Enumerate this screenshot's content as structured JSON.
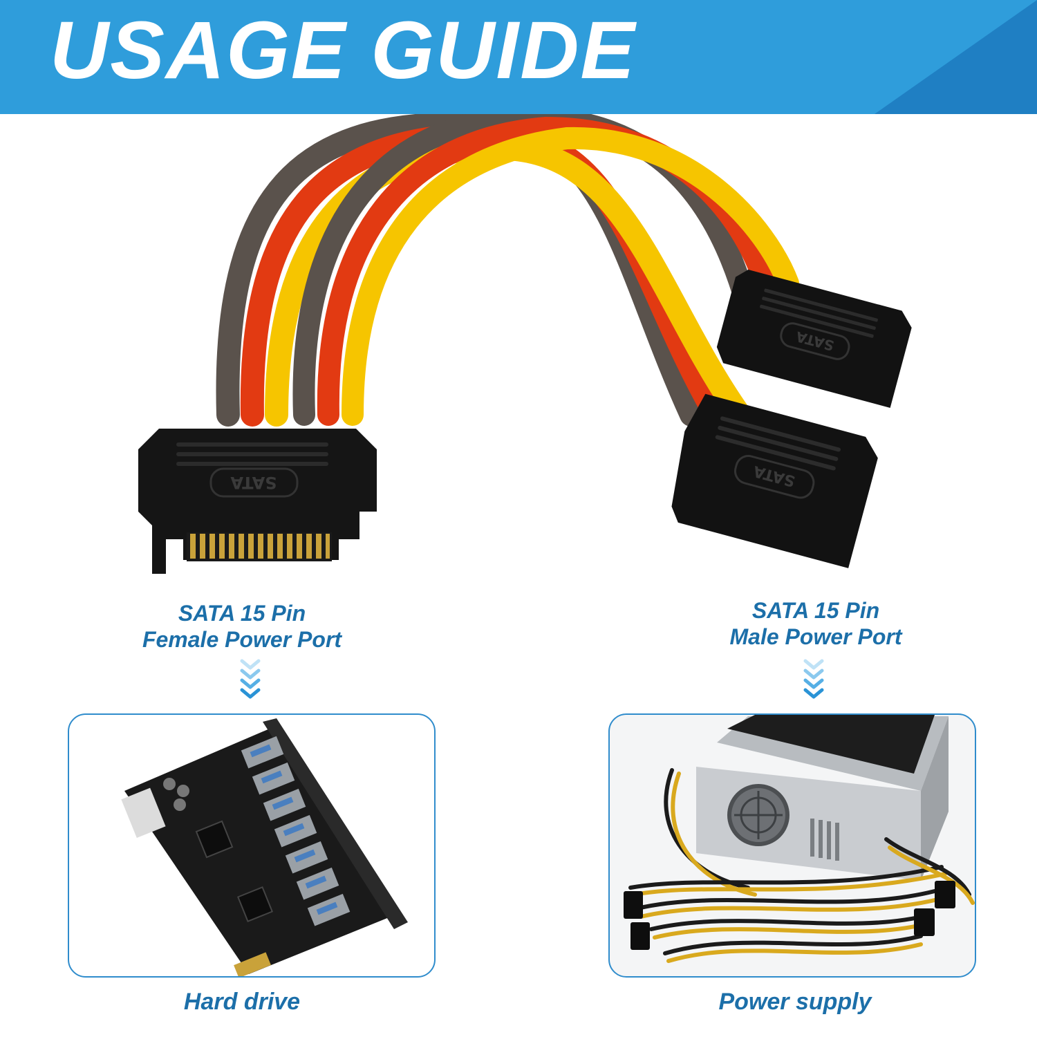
{
  "banner": {
    "title": "USAGE GUIDE"
  },
  "connectors": {
    "left": {
      "line1": "SATA 15 Pin",
      "line2": "Female Power Port"
    },
    "right": {
      "line1": "SATA 15 Pin",
      "line2": "Male Power Port"
    },
    "marking": "SATA"
  },
  "targets": {
    "left": {
      "label": "Hard drive"
    },
    "right": {
      "label": "Power supply"
    }
  },
  "colors": {
    "banner": "#2f9ddb",
    "banner_accent": "#1f7fc3",
    "caption_text": "#1c6fa9",
    "panel_border": "#2f8ccc",
    "wire_black": "#5a524c",
    "wire_red": "#e23a12",
    "wire_yellow": "#f6c500"
  }
}
